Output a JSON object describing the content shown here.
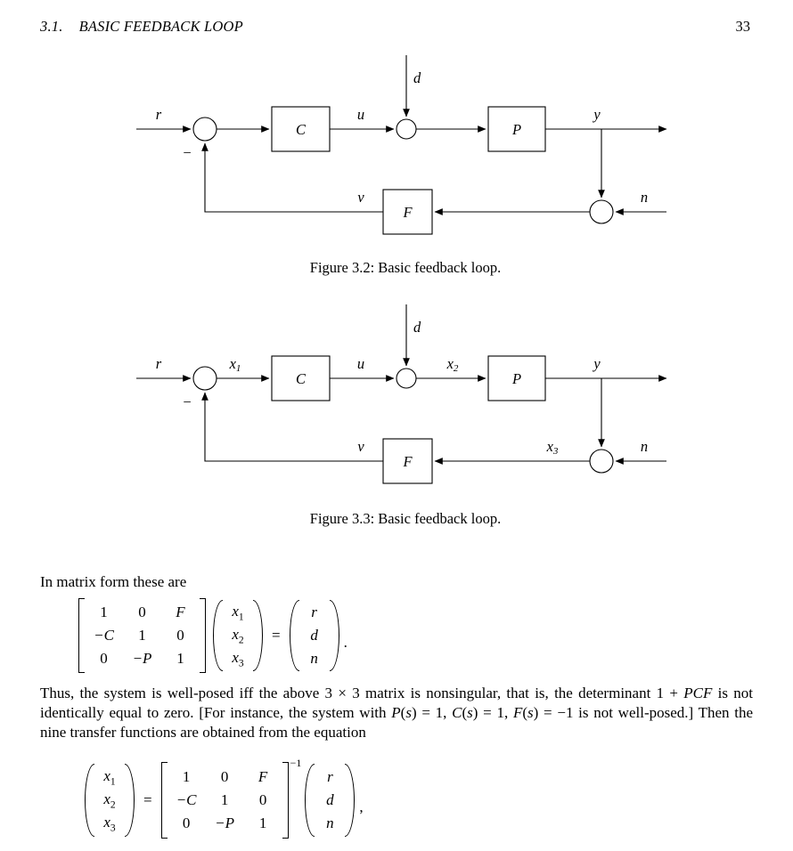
{
  "page": {
    "header": {
      "section": "3.1.",
      "title": "BASIC FEEDBACK LOOP",
      "page_number": "33"
    }
  },
  "fig32": {
    "caption": "Figure 3.2: Basic feedback loop.",
    "labels": {
      "r": "r",
      "d": "d",
      "u": "u",
      "y": "y",
      "v": "v",
      "n": "n",
      "minus": "−",
      "C": "C",
      "P": "P",
      "F": "F"
    }
  },
  "fig33": {
    "caption": "Figure 3.3: Basic feedback loop.",
    "labels": {
      "r": "r",
      "d": "d",
      "u": "u",
      "y": "y",
      "v": "v",
      "n": "n",
      "minus": "−",
      "C": "C",
      "P": "P",
      "F": "F",
      "x1": {
        "b": "x",
        "s": "1"
      },
      "x2": {
        "b": "x",
        "s": "2"
      },
      "x3": {
        "b": "x",
        "s": "3"
      }
    }
  },
  "body": {
    "intro": "In matrix form these are",
    "para": [
      {
        "text": "Thus, the system is well-posed iff the above 3 "
      },
      {
        "text": "×"
      },
      {
        "text": " 3 matrix is nonsingular, that is, the determinant 1 + "
      },
      {
        "text": "PCF"
      },
      {
        "text": " is not identically equal to zero.  [For instance, the system with "
      },
      {
        "text": "P"
      },
      {
        "text": "("
      },
      {
        "text": "s"
      },
      {
        "text": ") = 1, "
      },
      {
        "text": "C"
      },
      {
        "text": "("
      },
      {
        "text": "s"
      },
      {
        "text": ") = 1, "
      },
      {
        "text": "F"
      },
      {
        "text": "("
      },
      {
        "text": "s"
      },
      {
        "text": ") = −1 is not well-posed.]  Then the nine transfer functions are obtained from the equation"
      }
    ]
  },
  "eq1": {
    "matrix": [
      [
        "1",
        "0",
        "F"
      ],
      [
        "−C",
        "1",
        "0"
      ],
      [
        "0",
        "−P",
        "1"
      ]
    ],
    "x": [
      {
        "b": "x",
        "s": "1"
      },
      {
        "b": "x",
        "s": "2"
      },
      {
        "b": "x",
        "s": "3"
      }
    ],
    "eq": "=",
    "rhs": [
      "r",
      "d",
      "n"
    ],
    "punct": "."
  },
  "eq2": {
    "x": [
      {
        "b": "x",
        "s": "1"
      },
      {
        "b": "x",
        "s": "2"
      },
      {
        "b": "x",
        "s": "3"
      }
    ],
    "eq": "=",
    "matrix": [
      [
        "1",
        "0",
        "F"
      ],
      [
        "−C",
        "1",
        "0"
      ],
      [
        "0",
        "−P",
        "1"
      ]
    ],
    "sup": "−1",
    "rhs": [
      "r",
      "d",
      "n"
    ],
    "punct": ","
  }
}
